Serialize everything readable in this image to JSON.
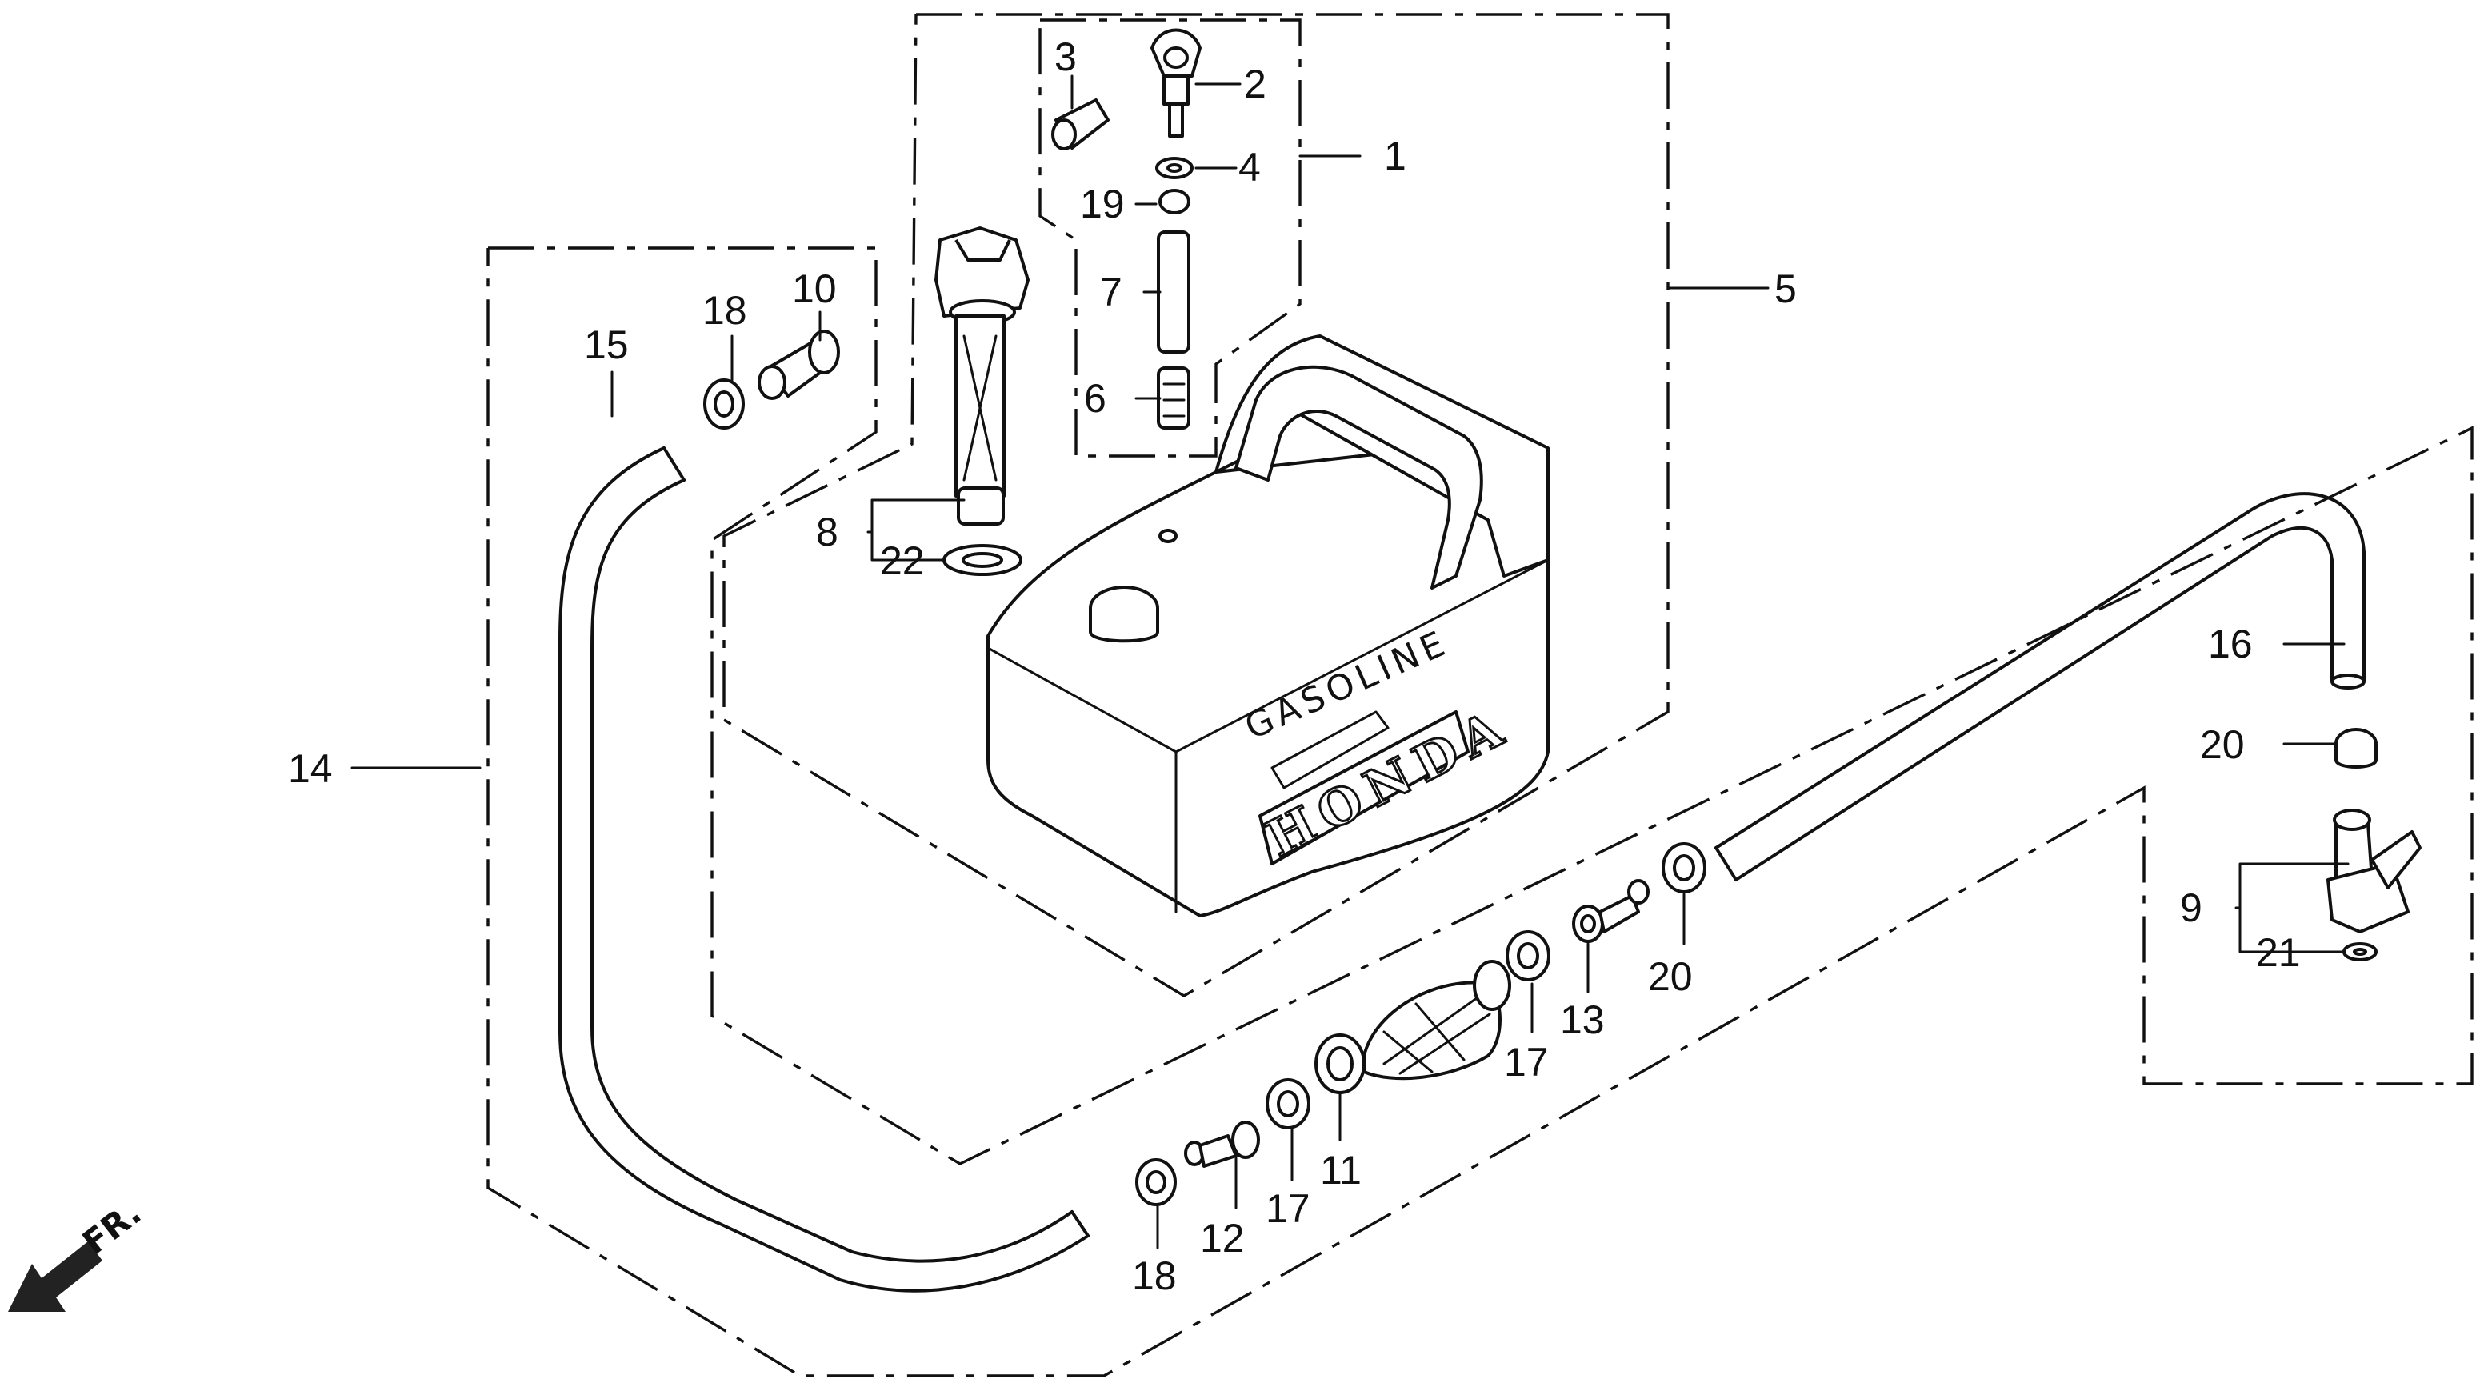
{
  "diagram": {
    "callouts": {
      "c1": "1",
      "c2": "2",
      "c3": "3",
      "c4": "4",
      "c5": "5",
      "c6": "6",
      "c7": "7",
      "c8": "8",
      "c9": "9",
      "c10": "10",
      "c11": "11",
      "c12": "12",
      "c13": "13",
      "c14": "14",
      "c15": "15",
      "c16": "16",
      "c17a": "17",
      "c17b": "17",
      "c18a": "18",
      "c18b": "18",
      "c19": "19",
      "c20a": "20",
      "c20b": "20",
      "c21": "21",
      "c22": "22"
    },
    "tank_label": "GASOLINE",
    "brand_logo": "HONDA",
    "direction_label": "FR.",
    "icons": {
      "front_arrow": "arrow-down-left-icon"
    }
  }
}
